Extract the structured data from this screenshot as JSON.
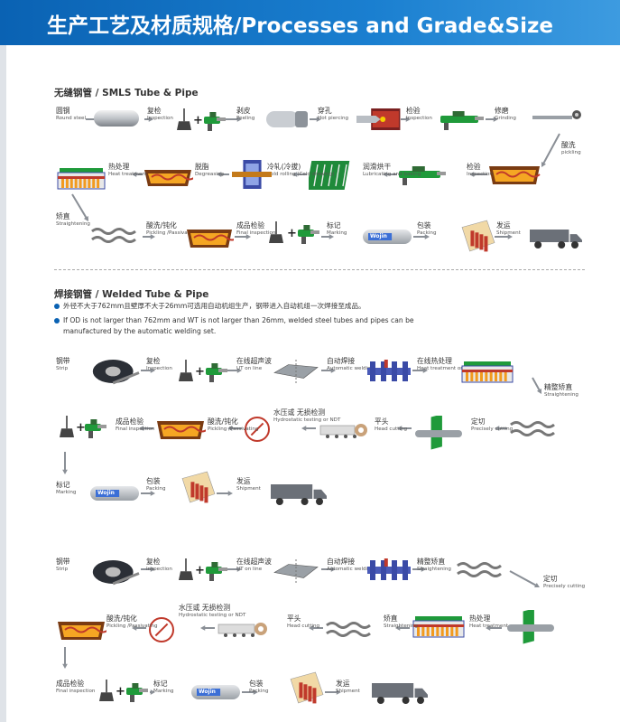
{
  "header": {
    "title": "生产工艺及材质规格/Processes and Grade&Size"
  },
  "smls": {
    "title": "无缝钢管 / SMLS Tube & Pipe",
    "steps": [
      {
        "cn": "圆钢",
        "en": "Round steel"
      },
      {
        "cn": "复检",
        "en": "Inspection"
      },
      {
        "cn": "剥皮",
        "en": "Peeling"
      },
      {
        "cn": "穿孔",
        "en": "Hot piercing"
      },
      {
        "cn": "检验",
        "en": "Inspection"
      },
      {
        "cn": "修磨",
        "en": "Grinding"
      },
      {
        "cn": "酸洗",
        "en": "pickling"
      },
      {
        "cn": "检验",
        "en": "Inspection"
      },
      {
        "cn": "润滑烘干",
        "en": "Lubricating and baking"
      },
      {
        "cn": "冷轧(冷拔)",
        "en": "Cold rolling (Cold drawing)"
      },
      {
        "cn": "脱脂",
        "en": "Degreasing"
      },
      {
        "cn": "热处理",
        "en": "Heat treatment"
      },
      {
        "cn": "矫直",
        "en": "Straightening"
      },
      {
        "cn": "酸洗/钝化",
        "en": "Pickling /Passivating"
      },
      {
        "cn": "成品检验",
        "en": "Final inspection"
      },
      {
        "cn": "标记",
        "en": "Marking"
      },
      {
        "cn": "包装",
        "en": "Packing"
      },
      {
        "cn": "发运",
        "en": "Shipment"
      }
    ]
  },
  "welded": {
    "title": "焊接钢管 / Welded Tube & Pipe",
    "note_cn": "外径不大于762mm且壁厚不大于26mm可选用自动机组生产，钢带进入自动机组一次焊接至成品。",
    "note_en1": "If OD is not larger than 762mm and WT is not larger than 26mm, welded steel tubes and pipes can be",
    "note_en2": "manufactured by the automatic welding set.",
    "flow1": [
      {
        "cn": "钢带",
        "en": "Strip"
      },
      {
        "cn": "复检",
        "en": "Inspection"
      },
      {
        "cn": "在线超声波",
        "en": "UT on line"
      },
      {
        "cn": "自动焊接",
        "en": "Automatic welding"
      },
      {
        "cn": "在线热处理",
        "en": "Heat treatment on line"
      },
      {
        "cn": "精整矫直",
        "en": "Straightening"
      },
      {
        "cn": "定切",
        "en": "Precisely cutting"
      },
      {
        "cn": "平头",
        "en": "Head cutting"
      },
      {
        "cn": "水压或 无损检测",
        "en": "Hydrostatic testing or NDT"
      },
      {
        "cn": "酸洗/钝化",
        "en": "Pickling /Passivating"
      },
      {
        "cn": "成品检验",
        "en": "Final inspection"
      },
      {
        "cn": "标记",
        "en": "Marking"
      },
      {
        "cn": "包装",
        "en": "Packing"
      },
      {
        "cn": "发运",
        "en": "Shipment"
      }
    ],
    "flow2": [
      {
        "cn": "钢带",
        "en": "Strip"
      },
      {
        "cn": "复检",
        "en": "Inspection"
      },
      {
        "cn": "在线超声波",
        "en": "UT on line"
      },
      {
        "cn": "自动焊接",
        "en": "Automatic welding"
      },
      {
        "cn": "精整矫直",
        "en": "Straightening"
      },
      {
        "cn": "定切",
        "en": "Precisely cutting"
      },
      {
        "cn": "热处理",
        "en": "Heat treatment"
      },
      {
        "cn": "矫直",
        "en": "Straightening"
      },
      {
        "cn": "平头",
        "en": "Head cutting"
      },
      {
        "cn": "水压或 无损检测",
        "en": "Hydrostatic testing or NDT"
      },
      {
        "cn": "酸洗/钝化",
        "en": "Pickling /Passivating"
      },
      {
        "cn": "成品检验",
        "en": "Final inspection"
      },
      {
        "cn": "标记",
        "en": "Marking"
      },
      {
        "cn": "包装",
        "en": "Packing"
      },
      {
        "cn": "发运",
        "en": "Shipment"
      }
    ]
  },
  "marking_text": "Wojin",
  "plus": "+",
  "colors": {
    "brand": "#0a62b3",
    "arrow": "#8a8f96",
    "green": "#1f9a3a",
    "orange": "#f29a1e"
  }
}
